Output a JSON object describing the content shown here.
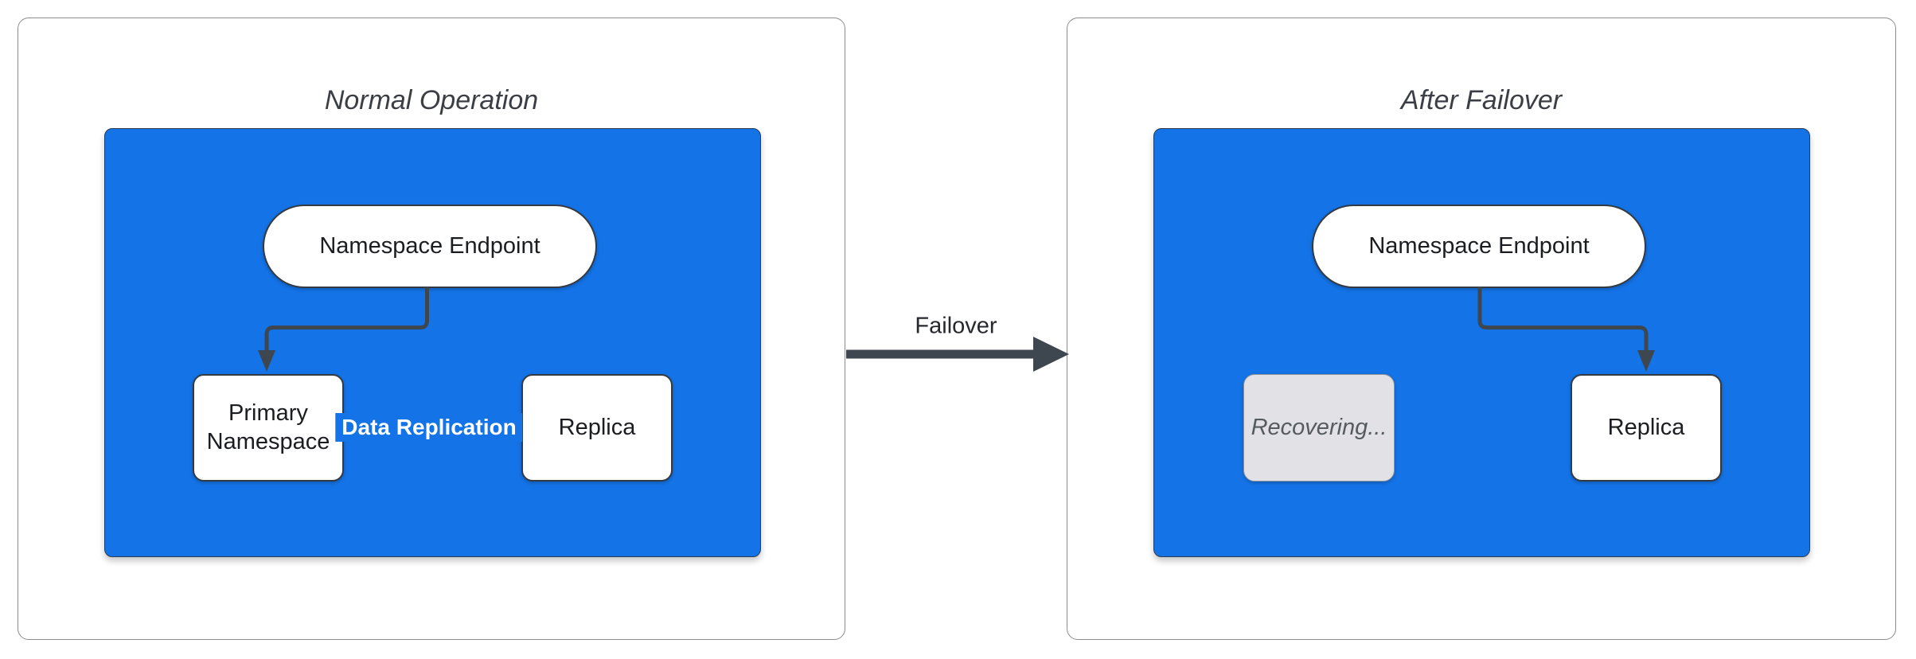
{
  "diagram": {
    "type": "failover-flow-diagram",
    "colors": {
      "cluster_fill": "#1473e6",
      "connector": "#3e4650",
      "node_border": "#343a42",
      "panel_border": "#8b8b8b",
      "recovering_fill": "#e2e2e6",
      "recovering_text": "#565a61",
      "edge_label_text": "#ffffff"
    },
    "panels": [
      {
        "title": "Normal Operation",
        "endpoint_label": "Namespace Endpoint",
        "primary_label": "Primary Namespace",
        "replica_label": "Replica",
        "replication_label": "Data Replication"
      },
      {
        "title": "After Failover",
        "endpoint_label": "Namespace Endpoint",
        "recovering_label": "Recovering...",
        "replica_label": "Replica"
      }
    ],
    "transition_label": "Failover"
  }
}
